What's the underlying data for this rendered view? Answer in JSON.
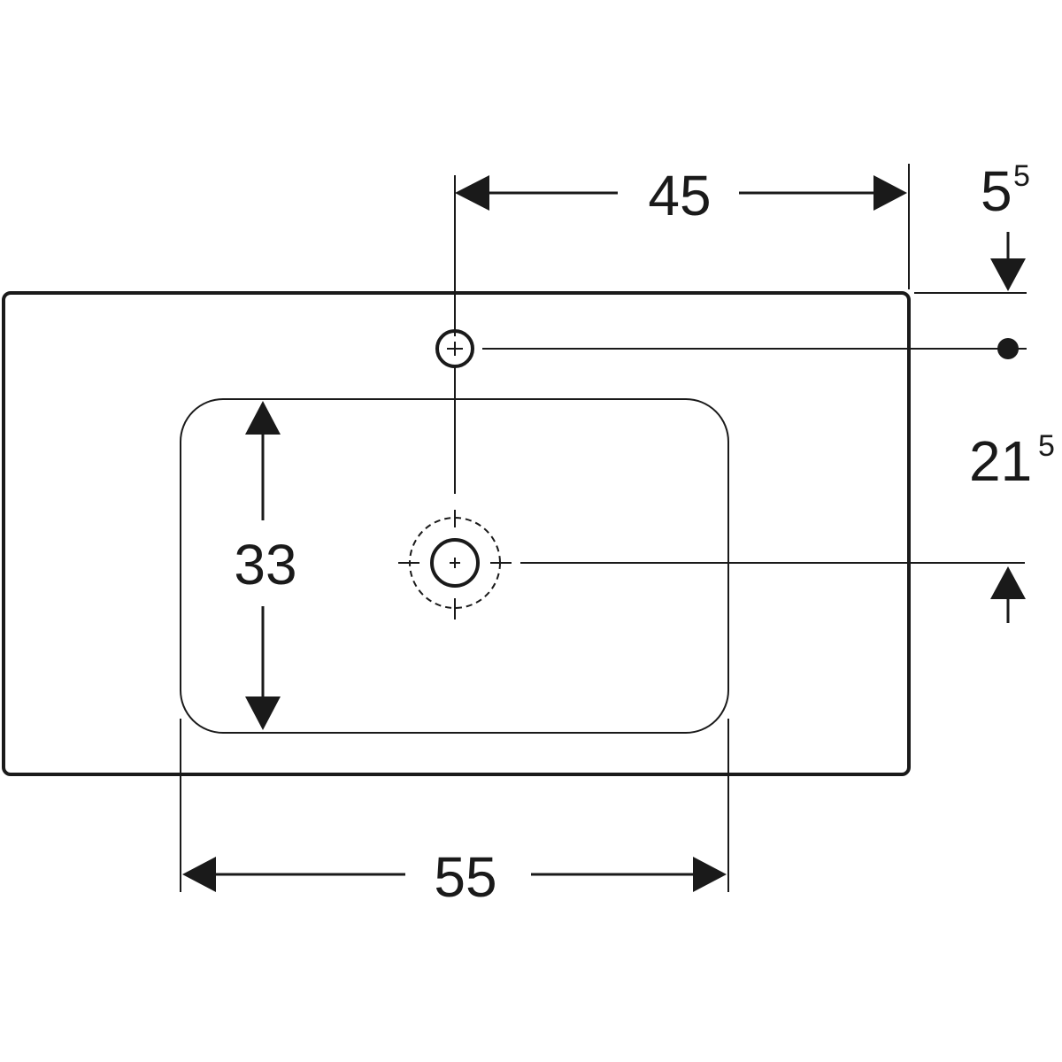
{
  "dimensions": {
    "tap_hole_to_right_edge": "45",
    "top_edge_to_tap_hole_main": "5",
    "top_edge_to_tap_hole_sup": "5",
    "tap_hole_to_drain_main": "21",
    "tap_hole_to_drain_sup": "5",
    "bowl_depth": "33",
    "bowl_width": "55"
  }
}
